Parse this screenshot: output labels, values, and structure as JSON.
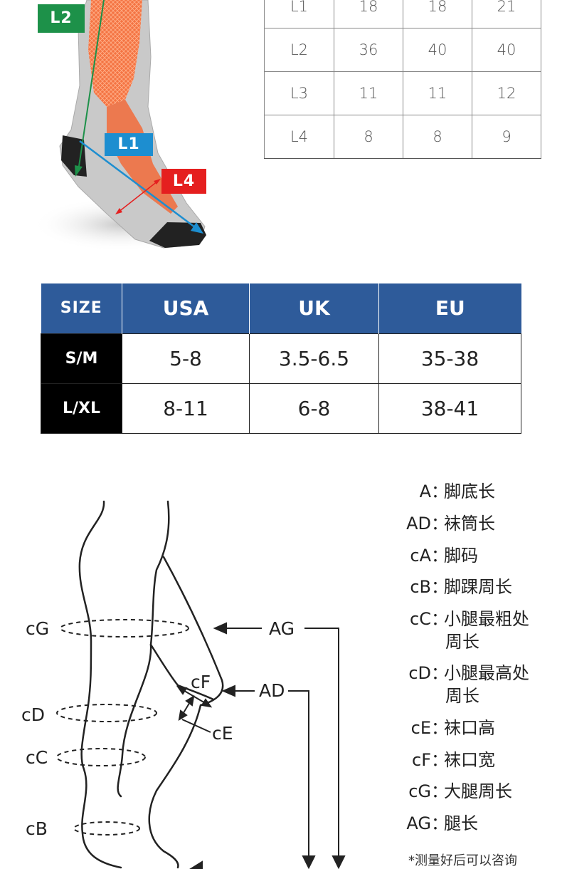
{
  "sock_tags": {
    "l2": "L2",
    "l1": "L1",
    "l4": "L4"
  },
  "measure_rows": [
    [
      "L1",
      "18",
      "18",
      "21"
    ],
    [
      "L2",
      "36",
      "40",
      "40"
    ],
    [
      "L3",
      "11",
      "11",
      "12"
    ],
    [
      "L4",
      "8",
      "8",
      "9"
    ]
  ],
  "size_table": {
    "headers": [
      "SIZE",
      "USA",
      "UK",
      "EU"
    ],
    "rows": [
      [
        "S/M",
        "5-8",
        "3.5-6.5",
        "35-38"
      ],
      [
        "L/XL",
        "8-11",
        "6-8",
        "38-41"
      ]
    ]
  },
  "diagram_labels": {
    "cG": "cG",
    "cD": "cD",
    "cC": "cC",
    "cB": "cB",
    "cF": "cF",
    "cE": "cE",
    "AG": "AG",
    "AD": "AD"
  },
  "legend": [
    {
      "code": "A",
      "desc": "脚底长",
      "desc2": ""
    },
    {
      "code": "AD",
      "desc": "袜筒长",
      "desc2": ""
    },
    {
      "code": "cA",
      "desc": "脚码",
      "desc2": ""
    },
    {
      "code": "cB",
      "desc": "脚踝周长",
      "desc2": ""
    },
    {
      "code": "cC",
      "desc": "小腿最粗处",
      "desc2": "周长"
    },
    {
      "code": "cD",
      "desc": "小腿最高处",
      "desc2": "周长"
    },
    {
      "code": "cE",
      "desc": "袜口高",
      "desc2": ""
    },
    {
      "code": "cF",
      "desc": "袜口宽",
      "desc2": ""
    },
    {
      "code": "cG",
      "desc": "大腿周长",
      "desc2": ""
    },
    {
      "code": "AG",
      "desc": "腿长",
      "desc2": ""
    }
  ],
  "legend_separator": "：",
  "note": "*测量好后可以咨询",
  "colors": {
    "sock_orange": "#f26b3a",
    "sock_grey": "#c8c8c8",
    "l2_green": "#1d9149",
    "l1_blue": "#1d8ed0",
    "l4_red": "#e51f1f",
    "table_header_blue": "#2e5b9a"
  }
}
